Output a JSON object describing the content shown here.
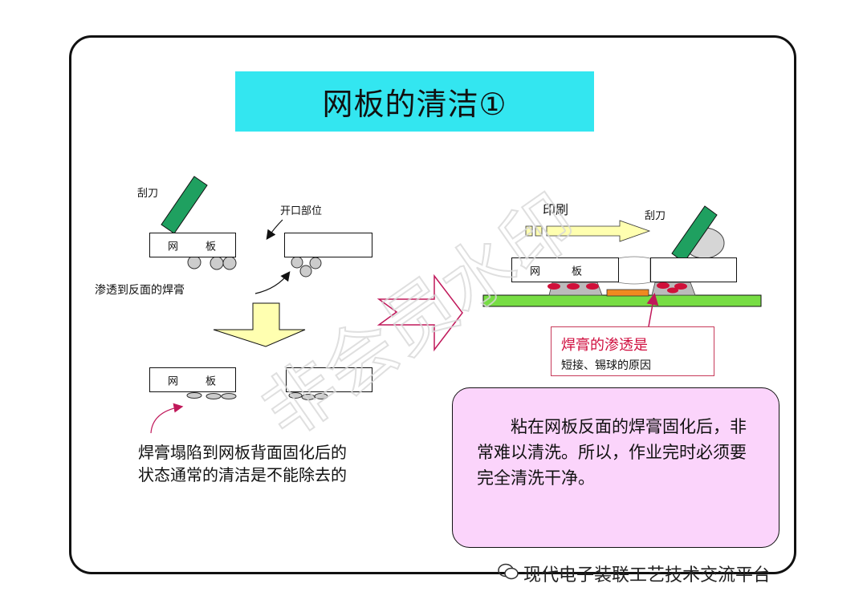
{
  "title": "网板的清洁①",
  "left_diagram": {
    "squeegee_label": "刮刀",
    "opening_label": "开口部位",
    "stencil_label_1": "网",
    "stencil_label_2": "板",
    "seep_label": "渗透到反面的焊膏",
    "collapse_caption_line1": "焊膏塌陷到网板背面固化后的",
    "collapse_caption_line2": "状态通常的清洁是不能除去的"
  },
  "right_diagram": {
    "print_label": "印刷",
    "squeegee_label": "刮刀",
    "stencil_label_1": "网",
    "stencil_label_2": "板"
  },
  "warning": {
    "title": "焊膏的渗透是",
    "subtitle": "短接、锡球的原因"
  },
  "note": {
    "text": "粘在网板反面的焊膏固化后，非常难以清洗。所以，作业完时必须要完全清洗干净。"
  },
  "watermark": "非会员水印",
  "footer": {
    "text": "现代电子装联工艺技术交流平台"
  },
  "colors": {
    "title_bg": "#33e6f0",
    "squeegee": "#1fa060",
    "paste_red": "#d0103a",
    "pcb_green": "#77dd44",
    "pad_orange": "#f08a20",
    "arrow_yellow": "#ffffb0",
    "note_bg": "#fbd4fb"
  }
}
